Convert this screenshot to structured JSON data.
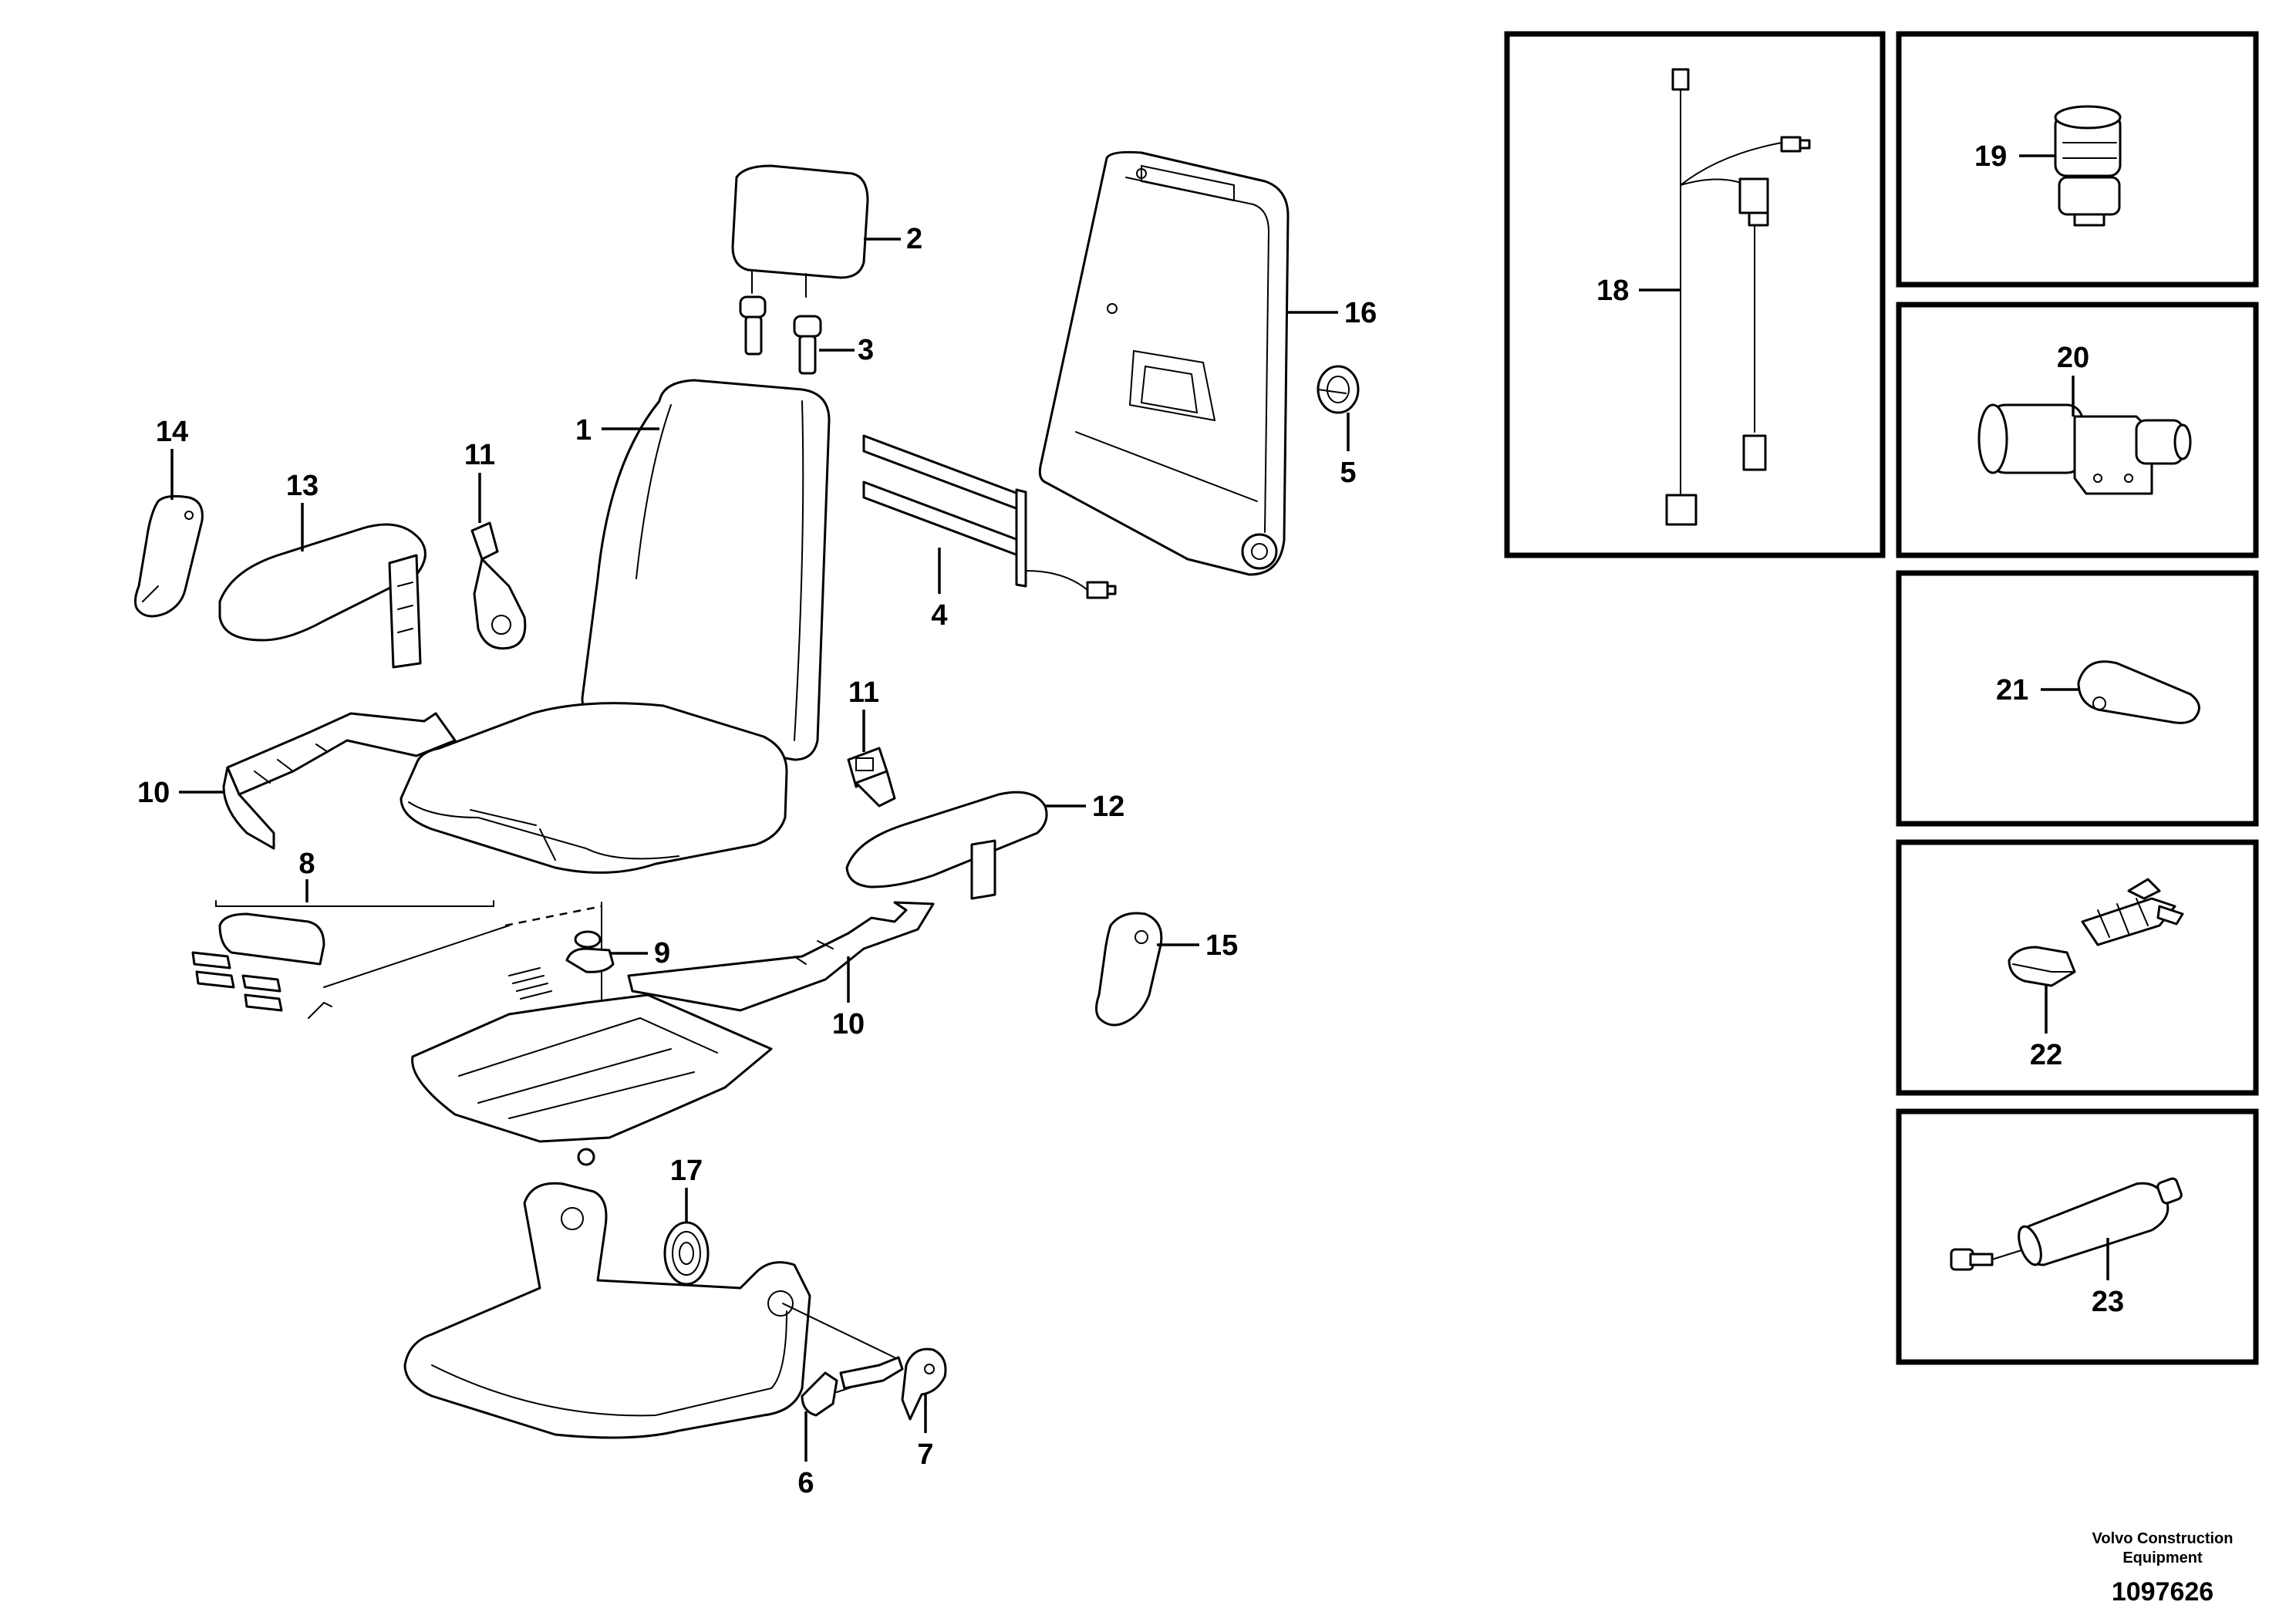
{
  "callouts": {
    "c1": "1",
    "c2": "2",
    "c3": "3",
    "c4": "4",
    "c5": "5",
    "c6": "6",
    "c7": "7",
    "c8": "8",
    "c9": "9",
    "c10a": "10",
    "c10b": "10",
    "c11a": "11",
    "c11b": "11",
    "c12": "12",
    "c13": "13",
    "c14": "14",
    "c15": "15",
    "c16": "16",
    "c17": "17",
    "c18": "18",
    "c19": "19",
    "c20": "20",
    "c21": "21",
    "c22": "22",
    "c23": "23"
  },
  "footer": {
    "brand_line1": "Volvo Construction",
    "brand_line2": "Equipment",
    "document_number": "1097626"
  }
}
